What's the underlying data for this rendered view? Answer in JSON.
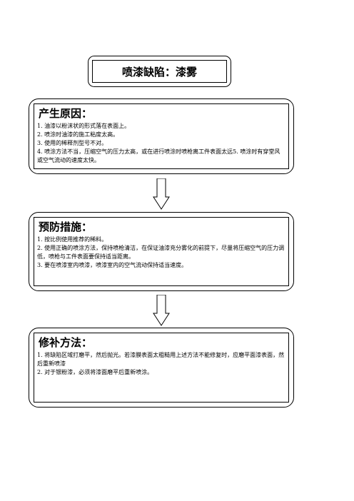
{
  "title": "喷漆缺陷：漆雾",
  "sections": [
    {
      "heading": "产生原因：",
      "items": [
        "1. 油漆以粉沫状的形式落在表面上。",
        "2. 喷涂时油漆的施工粘度太高。",
        "3. 使用的稀释剂型号不对。",
        "4. 喷涂方法不当，压缩空气的压力太高，或在进行喷涂时喷枪离工件表面太远5. 喷涂时有穿堂风或空气流动的速度太快。"
      ]
    },
    {
      "heading": "预防措施：",
      "items": [
        "1. 按比例使用推荐的稀料。",
        "2. 使用正确的喷涂方法，保持喷枪清洁，在保证油漆充分雾化的前提下，尽量将压缩空气的压力调低，喷枪与工件表面要保持适当距离。",
        "3. 要在喷漆室内喷漆，喷漆室内的空气流动保持适当速度。"
      ]
    },
    {
      "heading": "修补方法：",
      "items": [
        "1. 将缺陷区域打磨平，然后抛光。若漆膜表面太粗糙用上述方法不能修复时，应磨平面漆表面，然后重新喷漆",
        "2. 对于银粉漆，必须将漆面磨平后重新喷涂。"
      ]
    }
  ]
}
